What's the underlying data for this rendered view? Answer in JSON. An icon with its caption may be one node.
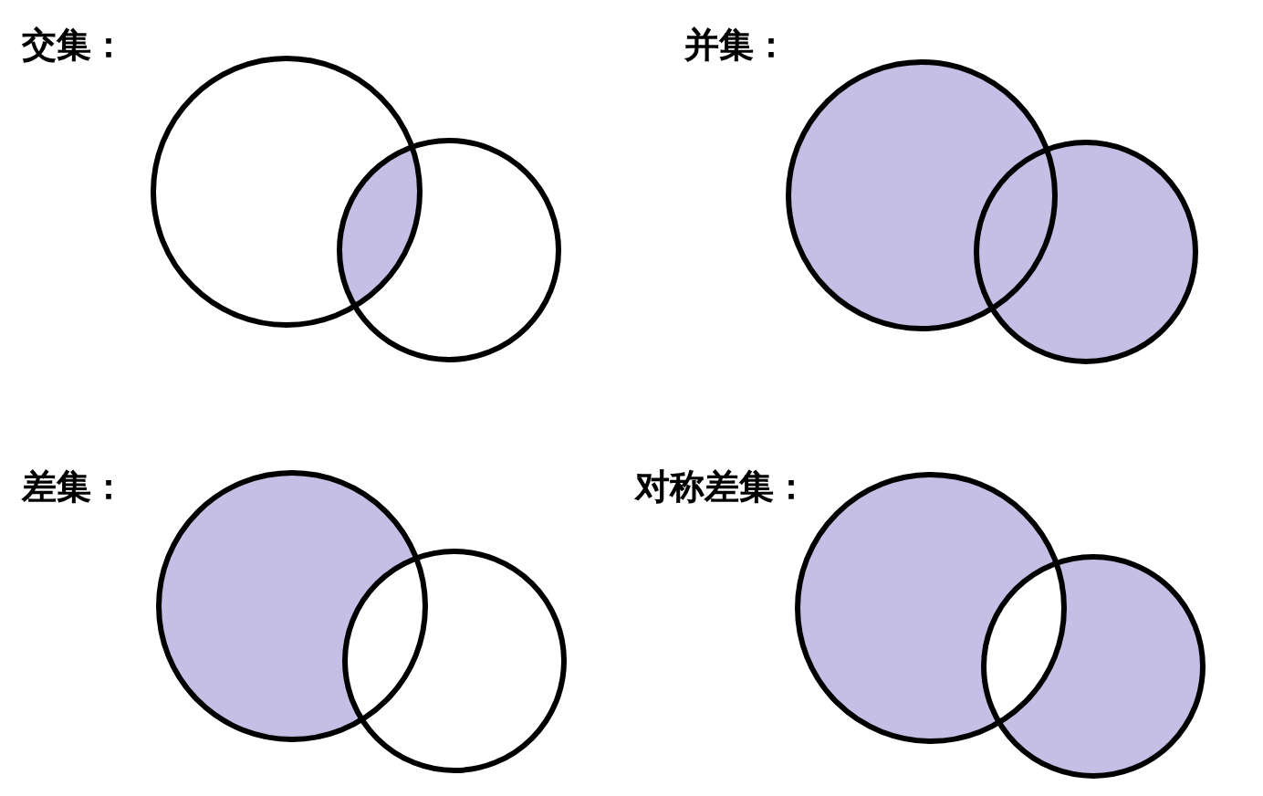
{
  "diagram": {
    "labels": [
      "交集：",
      "并集：",
      "差集：",
      "对称差集："
    ]
  }
}
